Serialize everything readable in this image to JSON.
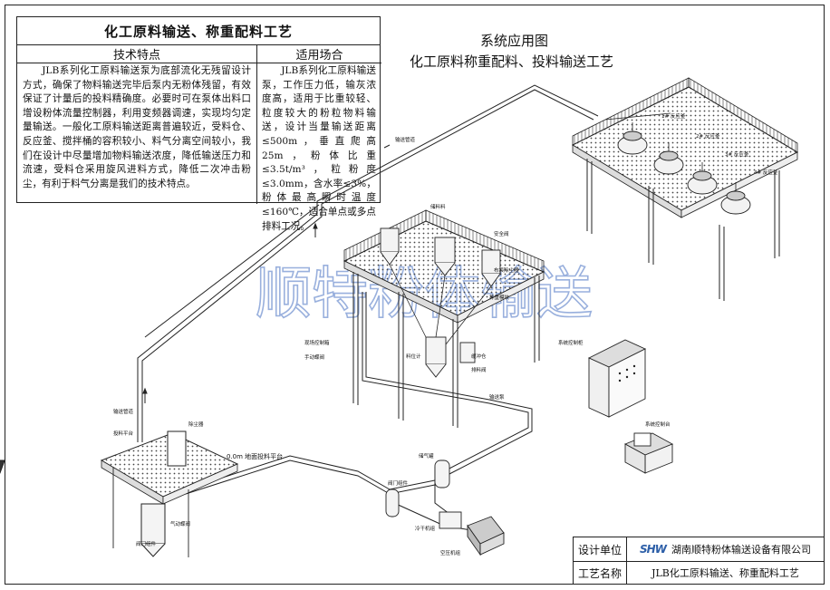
{
  "panel": {
    "title": "化工原料输送、称重配料工艺",
    "tech_head": "技术特点",
    "tech_text": "JLB系列化工原料输送泵为底部流化无残留设计方式，确保了物料输送完毕后泵内无粉体残留，有效保证了计量后的投料精确度。必要时可在泵体出料口增设粉体流量控制器，利用变频器调速，实现均匀定量输送。一般化工原料输送距离普遍较近，受料仓、反应釜、搅拌桶的容积较小、料气分离空间较小，我们在设计中尽量增加物料输送浓度，降低输送压力和流速，受料仓采用旋风进料方式，降低二次冲击粉尘，有利于料气分离是我们的技术特点。",
    "app_head": "适用场合",
    "app_text": "JLB系列化工原料输送泵，工作压力低，输灰浓度高，适用于比重较轻、粒度较大的粉粒物料输送，设计当量输送距离≤500m，垂直爬高25m，粉体比重≤3.5t/m³，粒粉度≤3.0mm，含水率≤3%，粉体最高瞬时温度≤160℃，适合单点或多点排料工况。"
  },
  "diagram": {
    "title": "系统应用图",
    "subtitle": "化工原料称重配料、投料输送工艺",
    "watermark": "顺特粉体输送",
    "platform_level": "0.0m 地面投料平台",
    "labels": {
      "conveying_pipe_a": "输送管道",
      "conveying_pipe_b": "输送管道",
      "reactor_1": "1# 反应釜",
      "reactor_2": "2# 反应釜",
      "reactor_3": "3# 反应釜",
      "reactor_4": "4# 反应釜",
      "control_cabinet": "系统控制柜",
      "control_console": "系统控制台",
      "safety_valve": "安全阀",
      "storage_bin": "储料料",
      "air_dryer": "冷干机组",
      "air_compressor": "空压机组",
      "gas_tank": "储气罐",
      "valve_a": "阀门组件",
      "valve_b": "阀门组件",
      "manual_valve": "手动蝶阀",
      "air_valve": "气动蝶阀",
      "feed_platform": "投料平台",
      "dust_collector": "除尘器",
      "bag_filter": "布袋除尘器",
      "weigh_module": "称重模块",
      "buffer_bin": "缓冲仓",
      "discharge_valve": "排料阀",
      "pump": "输送泵",
      "level_meter": "料位计",
      "control_box": "现场控制箱"
    }
  },
  "stamp": {
    "design_label": "设计单位",
    "design_logo": "SHW",
    "design_value": "湖南顺特粉体输送设备有限公司",
    "process_label": "工艺名称",
    "process_value": "JLB化工原料输送、称重配料工艺"
  }
}
